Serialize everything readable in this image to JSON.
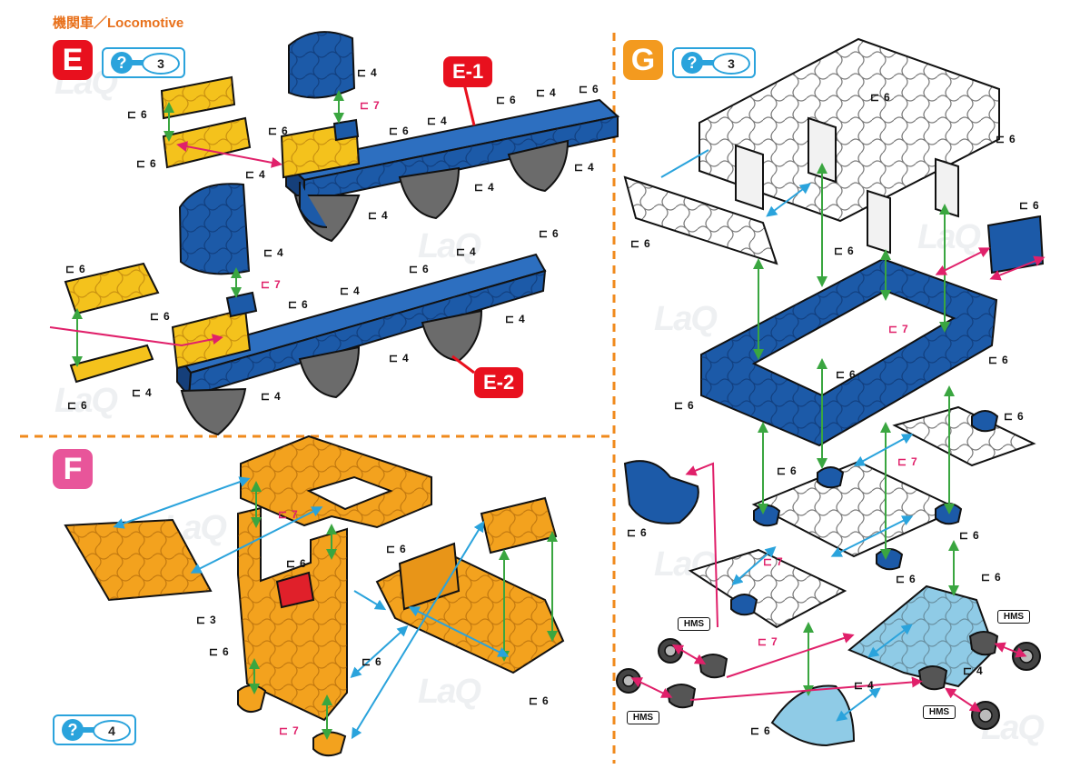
{
  "page_title": "機関車／Locomotive",
  "watermark": "LaQ",
  "sections": [
    {
      "id": "E",
      "badge": "E",
      "color": "#e8101e",
      "help_count": "3"
    },
    {
      "id": "F",
      "badge": "F",
      "color": "#e8559a",
      "help_count": "4"
    },
    {
      "id": "G",
      "badge": "G",
      "color": "#f39a1f",
      "help_count": "3"
    }
  ],
  "callouts": {
    "e1": "E-1",
    "e2": "E-2"
  },
  "piece_labels": {
    "four": "4",
    "six": "6",
    "seven": "7",
    "three": "3",
    "hms": "HMS"
  },
  "colors": {
    "blue": "#1c5aa8",
    "yellow": "#f4c21c",
    "orange": "#f3a21e",
    "gray": "#6b6b6b",
    "white": "#ffffff",
    "light_blue": "#8fcbe6",
    "red": "#e0202a",
    "divider": "#f08a1c",
    "arrow_green": "#3aa640",
    "arrow_blue": "#2aa3dc",
    "arrow_pink": "#e0206a"
  }
}
